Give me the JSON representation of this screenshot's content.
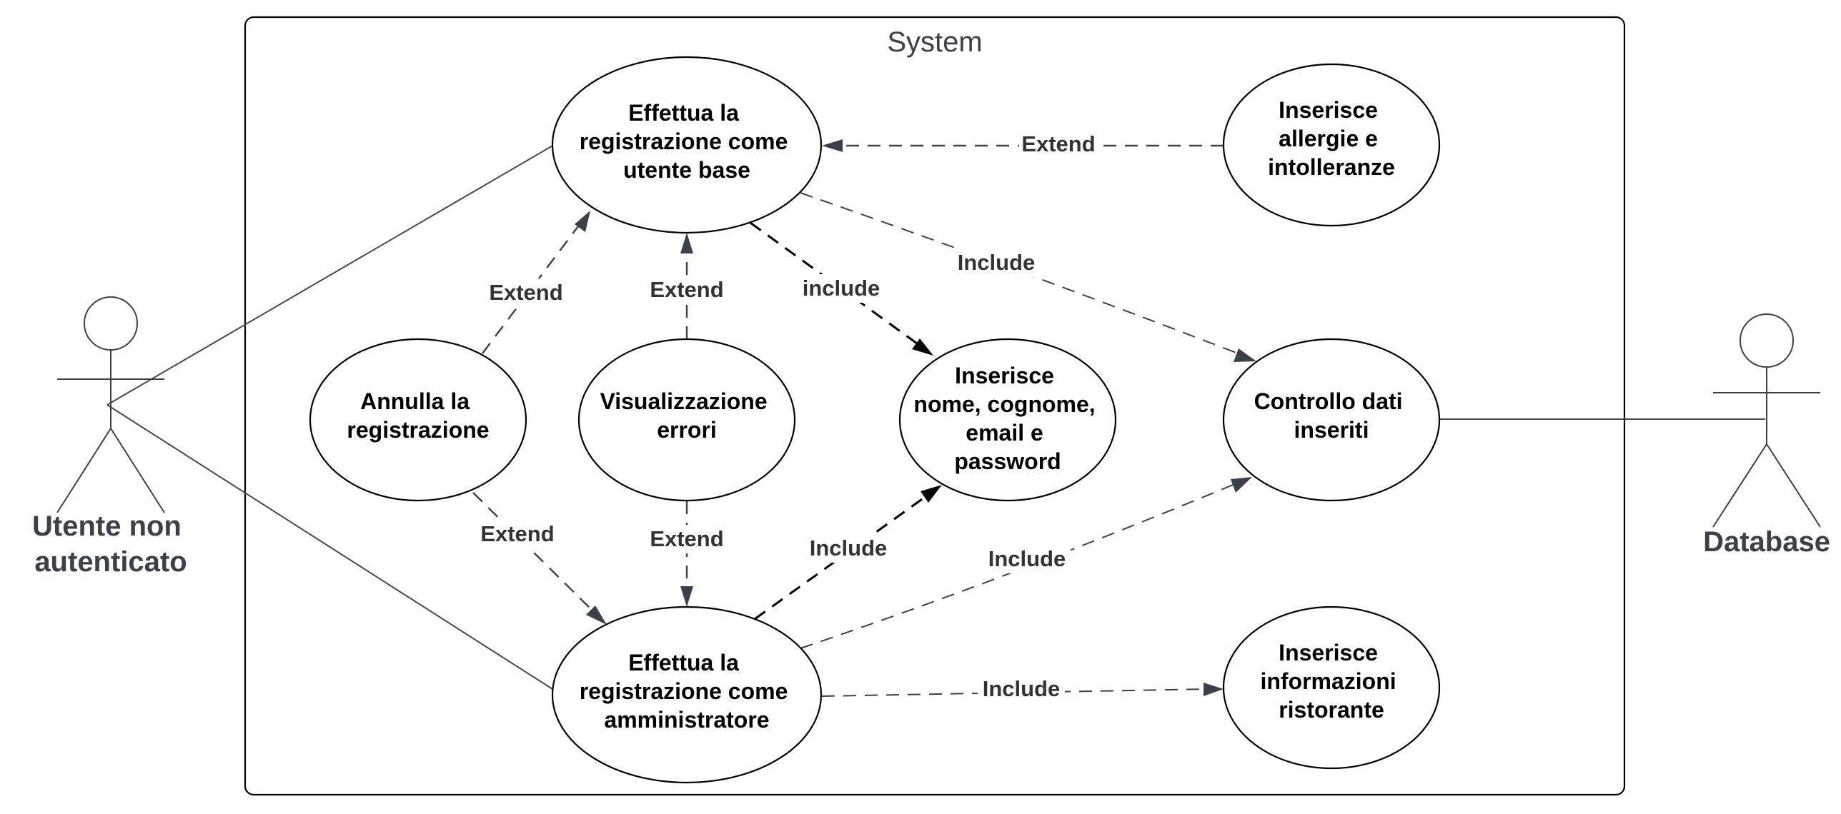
{
  "system": {
    "title": "System"
  },
  "actors": {
    "utente": {
      "line1": "Utente non",
      "line2": "autenticato"
    },
    "database": {
      "line1": "Database"
    }
  },
  "use_cases": {
    "base": {
      "lines": [
        "Effettua la",
        "registrazione come",
        "utente base"
      ]
    },
    "allergie": {
      "lines": [
        "Inserisce",
        "allergie e",
        "intolleranze"
      ]
    },
    "annulla": {
      "lines": [
        "Annulla la",
        "registrazione"
      ]
    },
    "errori": {
      "lines": [
        "Visualizzazione",
        "errori"
      ]
    },
    "dati": {
      "lines": [
        "Inserisce",
        "nome, cognome,",
        "email e",
        "password"
      ]
    },
    "controllo": {
      "lines": [
        "Controllo dati",
        "inseriti"
      ]
    },
    "admin": {
      "lines": [
        "Effettua la",
        "registrazione come",
        "amministratore"
      ]
    },
    "ristorante": {
      "lines": [
        "Inserisce",
        "informazioni",
        "ristorante"
      ]
    }
  },
  "relations": {
    "allergie_base": "Extend",
    "base_controllo": "Include",
    "annulla_base": "Extend",
    "errori_base": "Extend",
    "base_dati": "include",
    "annulla_admin": "Extend",
    "errori_admin": "Extend",
    "admin_dati": "Include",
    "admin_controllo": "Include",
    "admin_ristorante": "Include"
  }
}
